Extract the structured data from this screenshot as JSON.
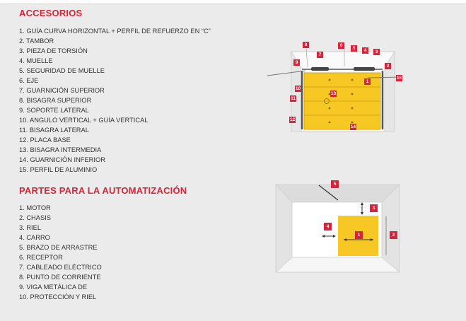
{
  "accessories": {
    "title": "ACCESORIOS",
    "items": [
      "1. GUÍA CURVA HORIZONTAL + PERFIL DE REFUERZO EN “C”",
      "2. TAMBOR",
      "3. PIEZA DE TORSIÓN",
      "4. MUELLE",
      "5. SEGURIDAD DE MUELLE",
      "6. EJE",
      "7. GUARNICIÓN SUPERIOR",
      "8. BISAGRA SUPERIOR",
      "9. SOPORTE LATERAL",
      "10. ANGULO VERTICAL + GUÍA VERTICAL",
      "11. BISAGRA LATERAL",
      "12. PLACA BASE",
      "13. BISAGRA INTERMEDIA",
      "14. GUARNICIÓN INFERIOR",
      "15. PERFIL DE ALUMINIO"
    ]
  },
  "automation": {
    "title": "PARTES PARA LA AUTOMATIZACIÓN",
    "items": [
      "1. MOTOR",
      "2. CHASIS",
      "3. RIEL",
      "4. CARRO",
      "5. BRAZO DE ARRASTRE",
      "6. RECEPTOR",
      "7. CABLEADO ELÉCTRICO",
      "8. PUNTO DE CORRIENTE",
      "9. VIGA METÁLICA DE",
      "10. PROTECCIÓN Y RIEL"
    ]
  },
  "door_diagram_tags": [
    "8",
    "7",
    "6",
    "5",
    "4",
    "3",
    "9",
    "2",
    "1",
    "15",
    "10",
    "13",
    "11",
    "12",
    "14"
  ],
  "automation_diagram_tags": [
    "5",
    "3",
    "4",
    "1",
    "2"
  ],
  "colors": {
    "accent": "#d6243b",
    "panel": "#f7c823",
    "background": "#ebebeb"
  }
}
